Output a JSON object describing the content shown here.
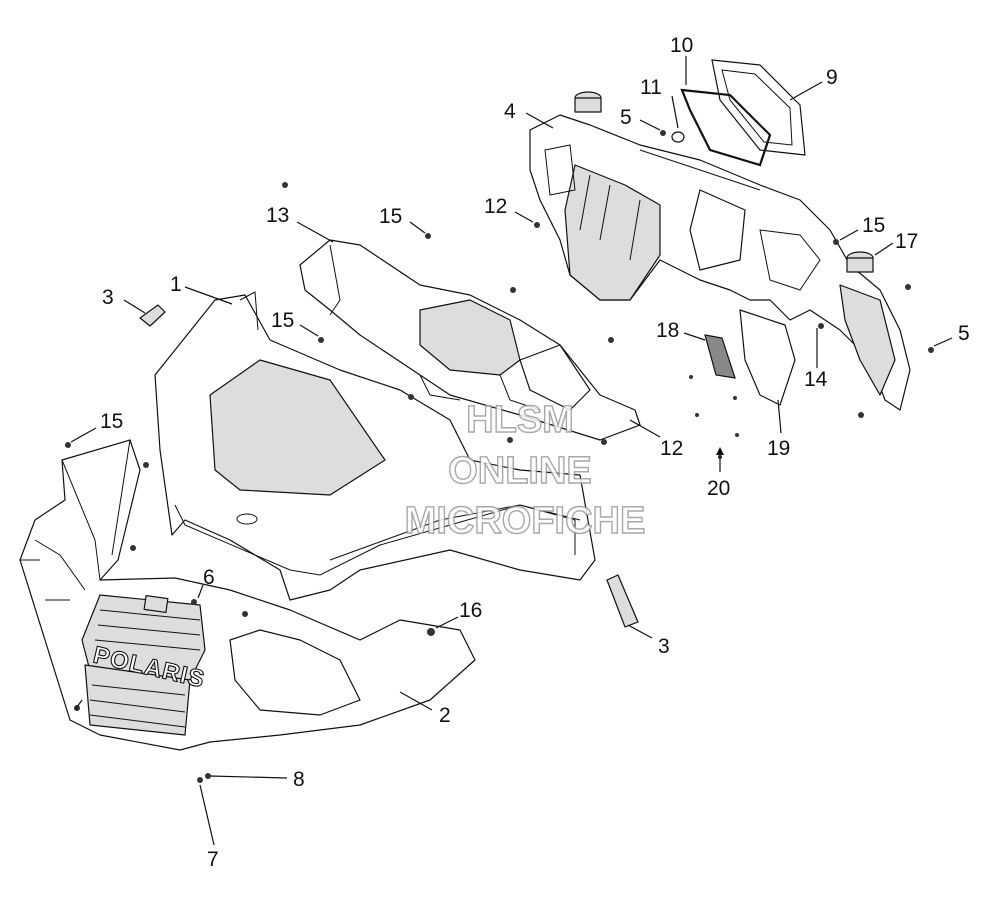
{
  "watermark": [
    "HLSM",
    "ONLINE",
    "MICROFICHE"
  ],
  "callouts": [
    "10",
    "9",
    "11",
    "4",
    "5",
    "12",
    "13",
    "15",
    "15",
    "17",
    "3",
    "1",
    "15",
    "18",
    "5",
    "14",
    "12",
    "19",
    "20",
    "15",
    "6",
    "16",
    "3",
    "2",
    "8",
    "7"
  ],
  "brand_text": "POLARIS"
}
